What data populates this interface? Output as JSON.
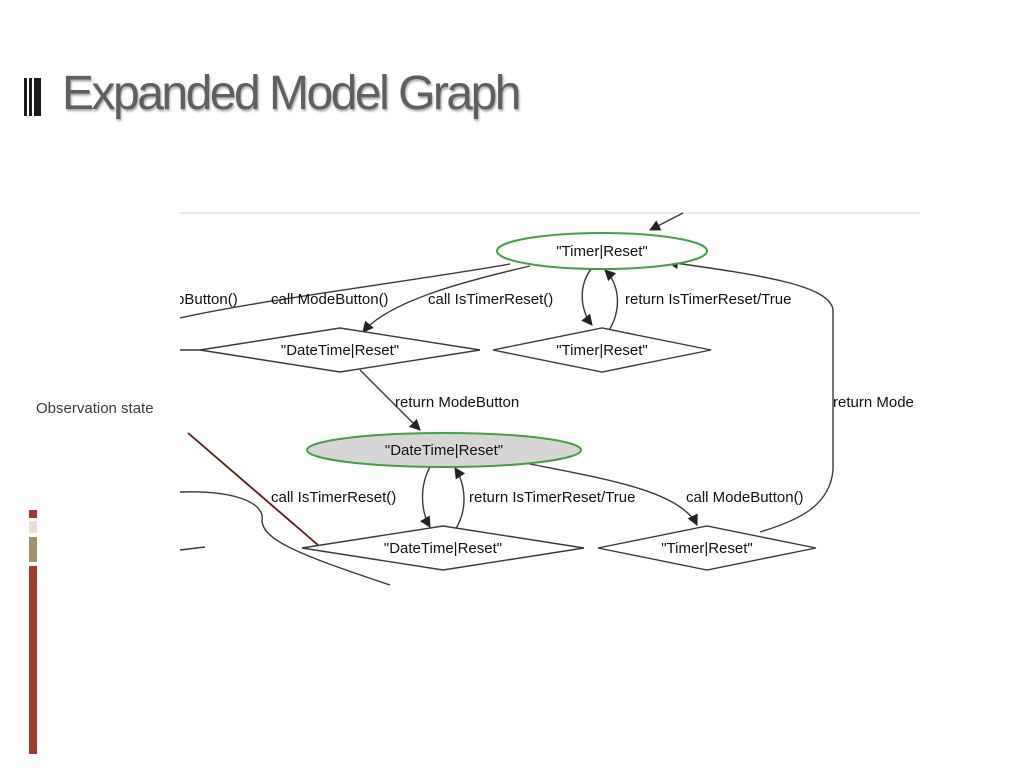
{
  "slide": {
    "title": "Expanded Model Graph",
    "callout": "Observation state"
  },
  "colors": {
    "accent_red": "#a33a2c",
    "accent_tan": "#a39372",
    "accent_cream": "#e5e0d5",
    "initial_node_border": "#3fa33f",
    "observation_node_fill": "#d6d6d6",
    "title_gray": "#5f5f62",
    "callout_line": "#5a1a14"
  },
  "diagram": {
    "nodes": {
      "timer_reset_top": "\"Timer|Reset\"",
      "datetime_reset_left": "\"DateTime|Reset\"",
      "timer_reset_mid": "\"Timer|Reset\"",
      "datetime_reset_center": "\"DateTime|Reset\"",
      "datetime_reset_bottom": "\"DateTime|Reset\"",
      "timer_reset_bottom": "\"Timer|Reset\""
    },
    "edges": {
      "partial_button": "pButton()",
      "call_modebutton_1": "call ModeButton()",
      "call_istimerreset_1": "call IsTimerReset()",
      "return_istimerreset_true_1": "return IsTimerReset/True",
      "return_modebutton_1": "return ModeButton",
      "return_modebutton_partial": "return Mode",
      "call_istimerreset_2": "call IsTimerReset()",
      "return_istimerreset_true_2": "return IsTimerReset/True",
      "call_modebutton_2": "call ModeButton()"
    }
  }
}
